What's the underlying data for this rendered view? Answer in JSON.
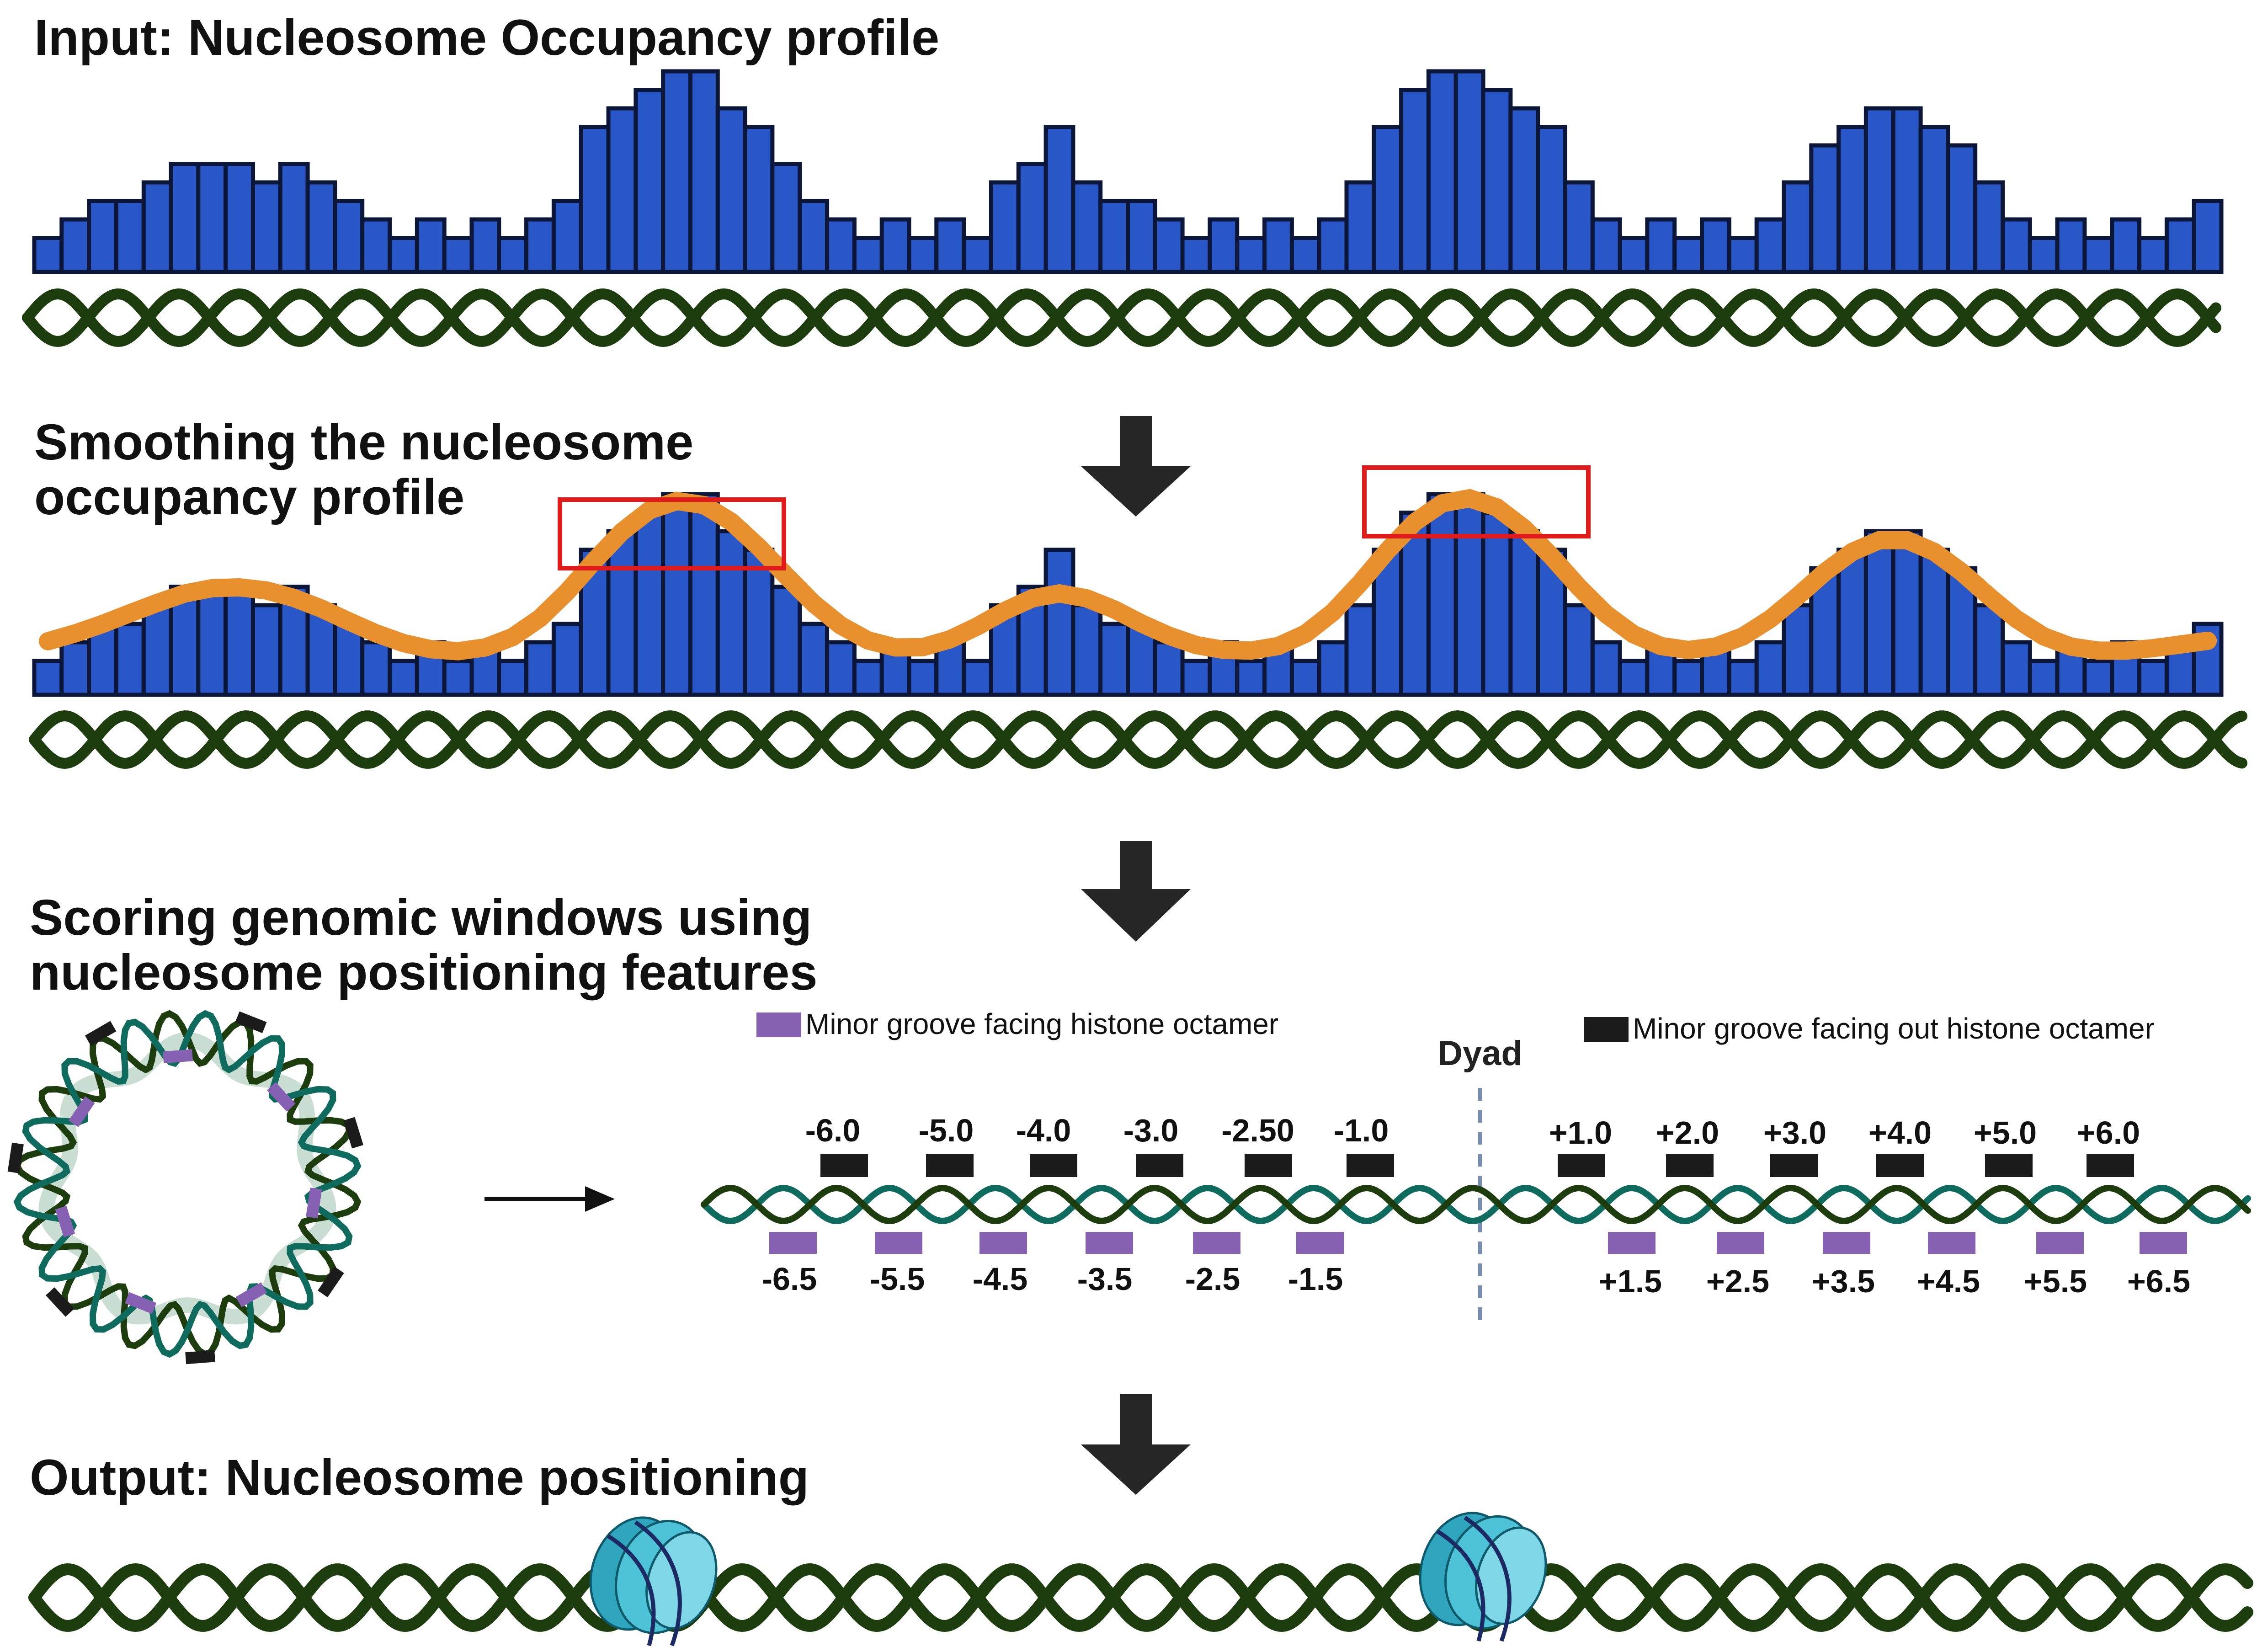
{
  "titles": {
    "input": "Input: Nucleosome Occupancy profile",
    "smoothing_line1": "Smoothing the nucleosome",
    "smoothing_line2": "occupancy profile",
    "scoring_line1": "Scoring genomic windows using",
    "scoring_line2": "nucleosome positioning features",
    "output": "Output: Nucleosome positioning"
  },
  "legend": {
    "minor_in": "Minor groove facing histone octamer",
    "minor_out": "Minor groove facing out histone octamer",
    "dyad": "Dyad"
  },
  "positions": {
    "top": [
      "-6.0",
      "-5.0",
      "-4.0",
      "-3.0",
      "-2.50",
      "-1.0",
      "+1.0",
      "+2.0",
      "+3.0",
      "+4.0",
      "+5.0",
      "+6.0"
    ],
    "bottom": [
      "-6.5",
      "-5.5",
      "-4.5",
      "-3.5",
      "-2.5",
      "-1.5",
      "+1.5",
      "+2.5",
      "+3.5",
      "+4.5",
      "+5.5",
      "+6.5"
    ]
  },
  "occupancy_levels": [
    1,
    2,
    3,
    3,
    4,
    5,
    5,
    5,
    4,
    5,
    4,
    3,
    2,
    1,
    2,
    1,
    2,
    1,
    2,
    3,
    7,
    8,
    9,
    10,
    10,
    8,
    7,
    5,
    3,
    2,
    1,
    2,
    1,
    2,
    1,
    4,
    5,
    7,
    4,
    3,
    3,
    2,
    1,
    2,
    1,
    2,
    1,
    2,
    4,
    7,
    9,
    10,
    10,
    9,
    8,
    7,
    4,
    2,
    1,
    2,
    1,
    2,
    1,
    2,
    4,
    6,
    7,
    8,
    8,
    7,
    6,
    4,
    2,
    1,
    2,
    1,
    2,
    1,
    2,
    3
  ],
  "colors": {
    "bar": "#2957c7",
    "bar_outline": "#0b1638",
    "dna": "#1e3d0e",
    "dna_teal": "#0e6b5e",
    "smooth_curve": "#e8902e",
    "highlight_box": "#e01b1b",
    "minor_in": "#8661b3",
    "minor_out": "#1b1b1b",
    "dyad_line": "#7b8fb3",
    "nucleosome": "#4ec3d8",
    "arrow": "#262626"
  },
  "icons": {
    "flow_arrow": "down-arrow-icon",
    "transform_arrow": "right-arrow-icon",
    "nucleosome": "nucleosome-icon",
    "nucleosome_ring": "nucleosome-ring-icon"
  }
}
